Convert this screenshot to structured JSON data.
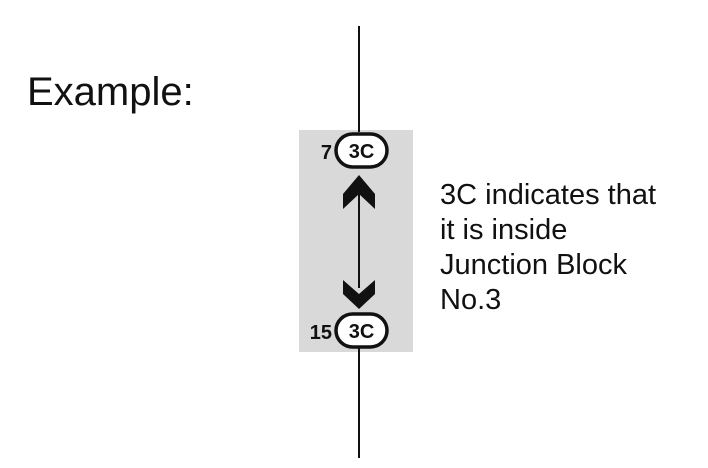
{
  "heading": "Example:",
  "connector": {
    "code": "3C",
    "top_pin": "7",
    "bottom_pin": "15"
  },
  "explanation": {
    "lines": [
      "3C indicates that",
      "it is inside",
      "Junction Block",
      "No.3"
    ]
  },
  "colors": {
    "junction_block_fill": "#d9d9d9",
    "line": "#111111"
  }
}
